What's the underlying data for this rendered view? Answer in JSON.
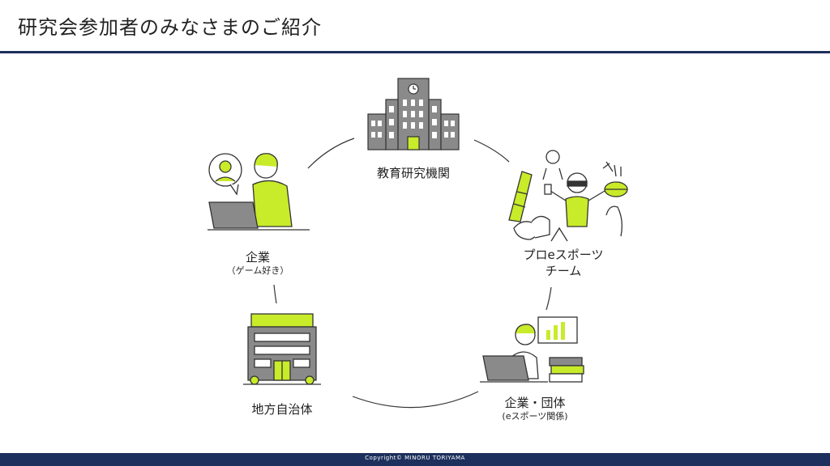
{
  "header": {
    "title": "研究会参加者のみなさまのご紹介"
  },
  "nodes": {
    "education": {
      "label": "教育研究機関"
    },
    "pro_team": {
      "line1": "プロeスポーツ",
      "line2": "チーム"
    },
    "company_esports": {
      "label": "企業・団体",
      "sub": "(eスポーツ関係)"
    },
    "local_gov": {
      "label": "地方自治体"
    },
    "company_gamer": {
      "label": "企業",
      "sub": "（ゲーム好き）"
    }
  },
  "footer": {
    "copyright": "Copyright© MINORU TORIYAMA"
  },
  "colors": {
    "accent": "#c8eb2a",
    "navy": "#1d2f5c",
    "line": "#333333"
  }
}
